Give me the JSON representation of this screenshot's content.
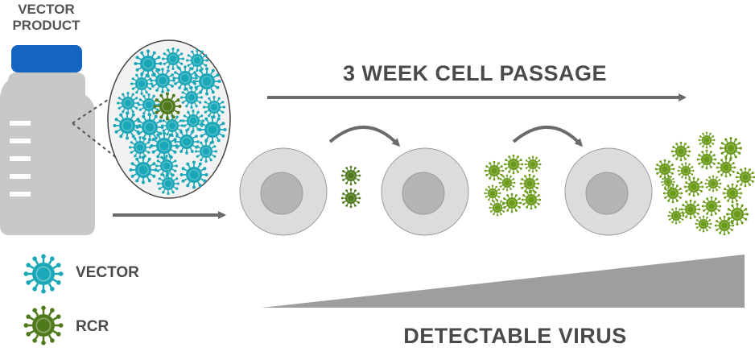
{
  "labels": {
    "vector_product": "VECTOR\nPRODUCT",
    "cell_passage": "3 WEEK CELL PASSAGE",
    "detectable_virus": "DETECTABLE VIRUS"
  },
  "legend": [
    {
      "label": "VECTOR",
      "icon": "vector-virus-icon",
      "color": "#1aa7b8"
    },
    {
      "label": "RCR",
      "icon": "rcr-virus-icon",
      "color": "#4f7a1c"
    }
  ],
  "colors": {
    "vector": "#1aa7b8",
    "rcr_early": "#4f7a1c",
    "rcr_late": "#6a9a1a",
    "arrow": "#6b6b6b",
    "bottle": "#c8c8c8",
    "cap": "#1565c0",
    "cell_outer": "#dcdcdc",
    "cell_inner": "#b4b4b4"
  }
}
